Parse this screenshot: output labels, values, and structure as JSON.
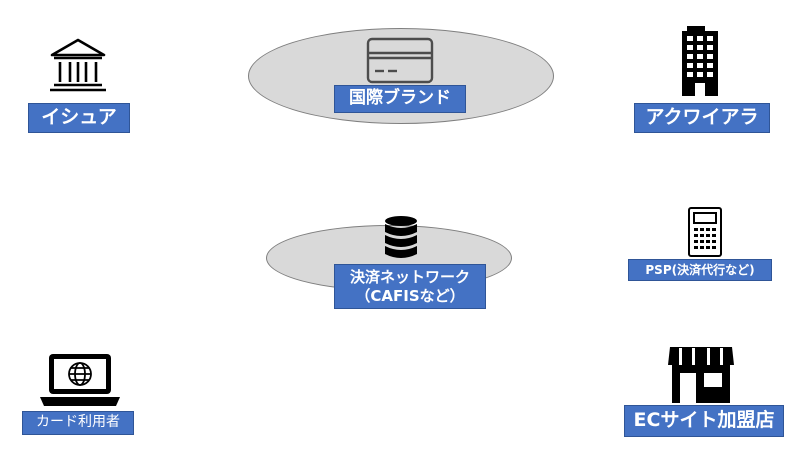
{
  "nodes": {
    "issuer": {
      "label": "イシュア",
      "icon": "bank-icon"
    },
    "brand": {
      "label": "国際ブランド",
      "icon": "credit-card-icon"
    },
    "acquirer": {
      "label": "アクワイアラ",
      "icon": "office-building-icon"
    },
    "network": {
      "label_line1": "決済ネットワーク",
      "label_line2": "（CAFISなど）",
      "icon": "database-icon"
    },
    "psp": {
      "label": "PSP(決済代行など)",
      "icon": "calculator-icon"
    },
    "cardholder": {
      "label": "カード利用者",
      "icon": "laptop-globe-icon"
    },
    "merchant": {
      "label": "ECサイト加盟店",
      "icon": "storefront-icon"
    }
  },
  "colors": {
    "label_bg": "#4472c4",
    "ellipse_fill": "#d9d9d9"
  }
}
